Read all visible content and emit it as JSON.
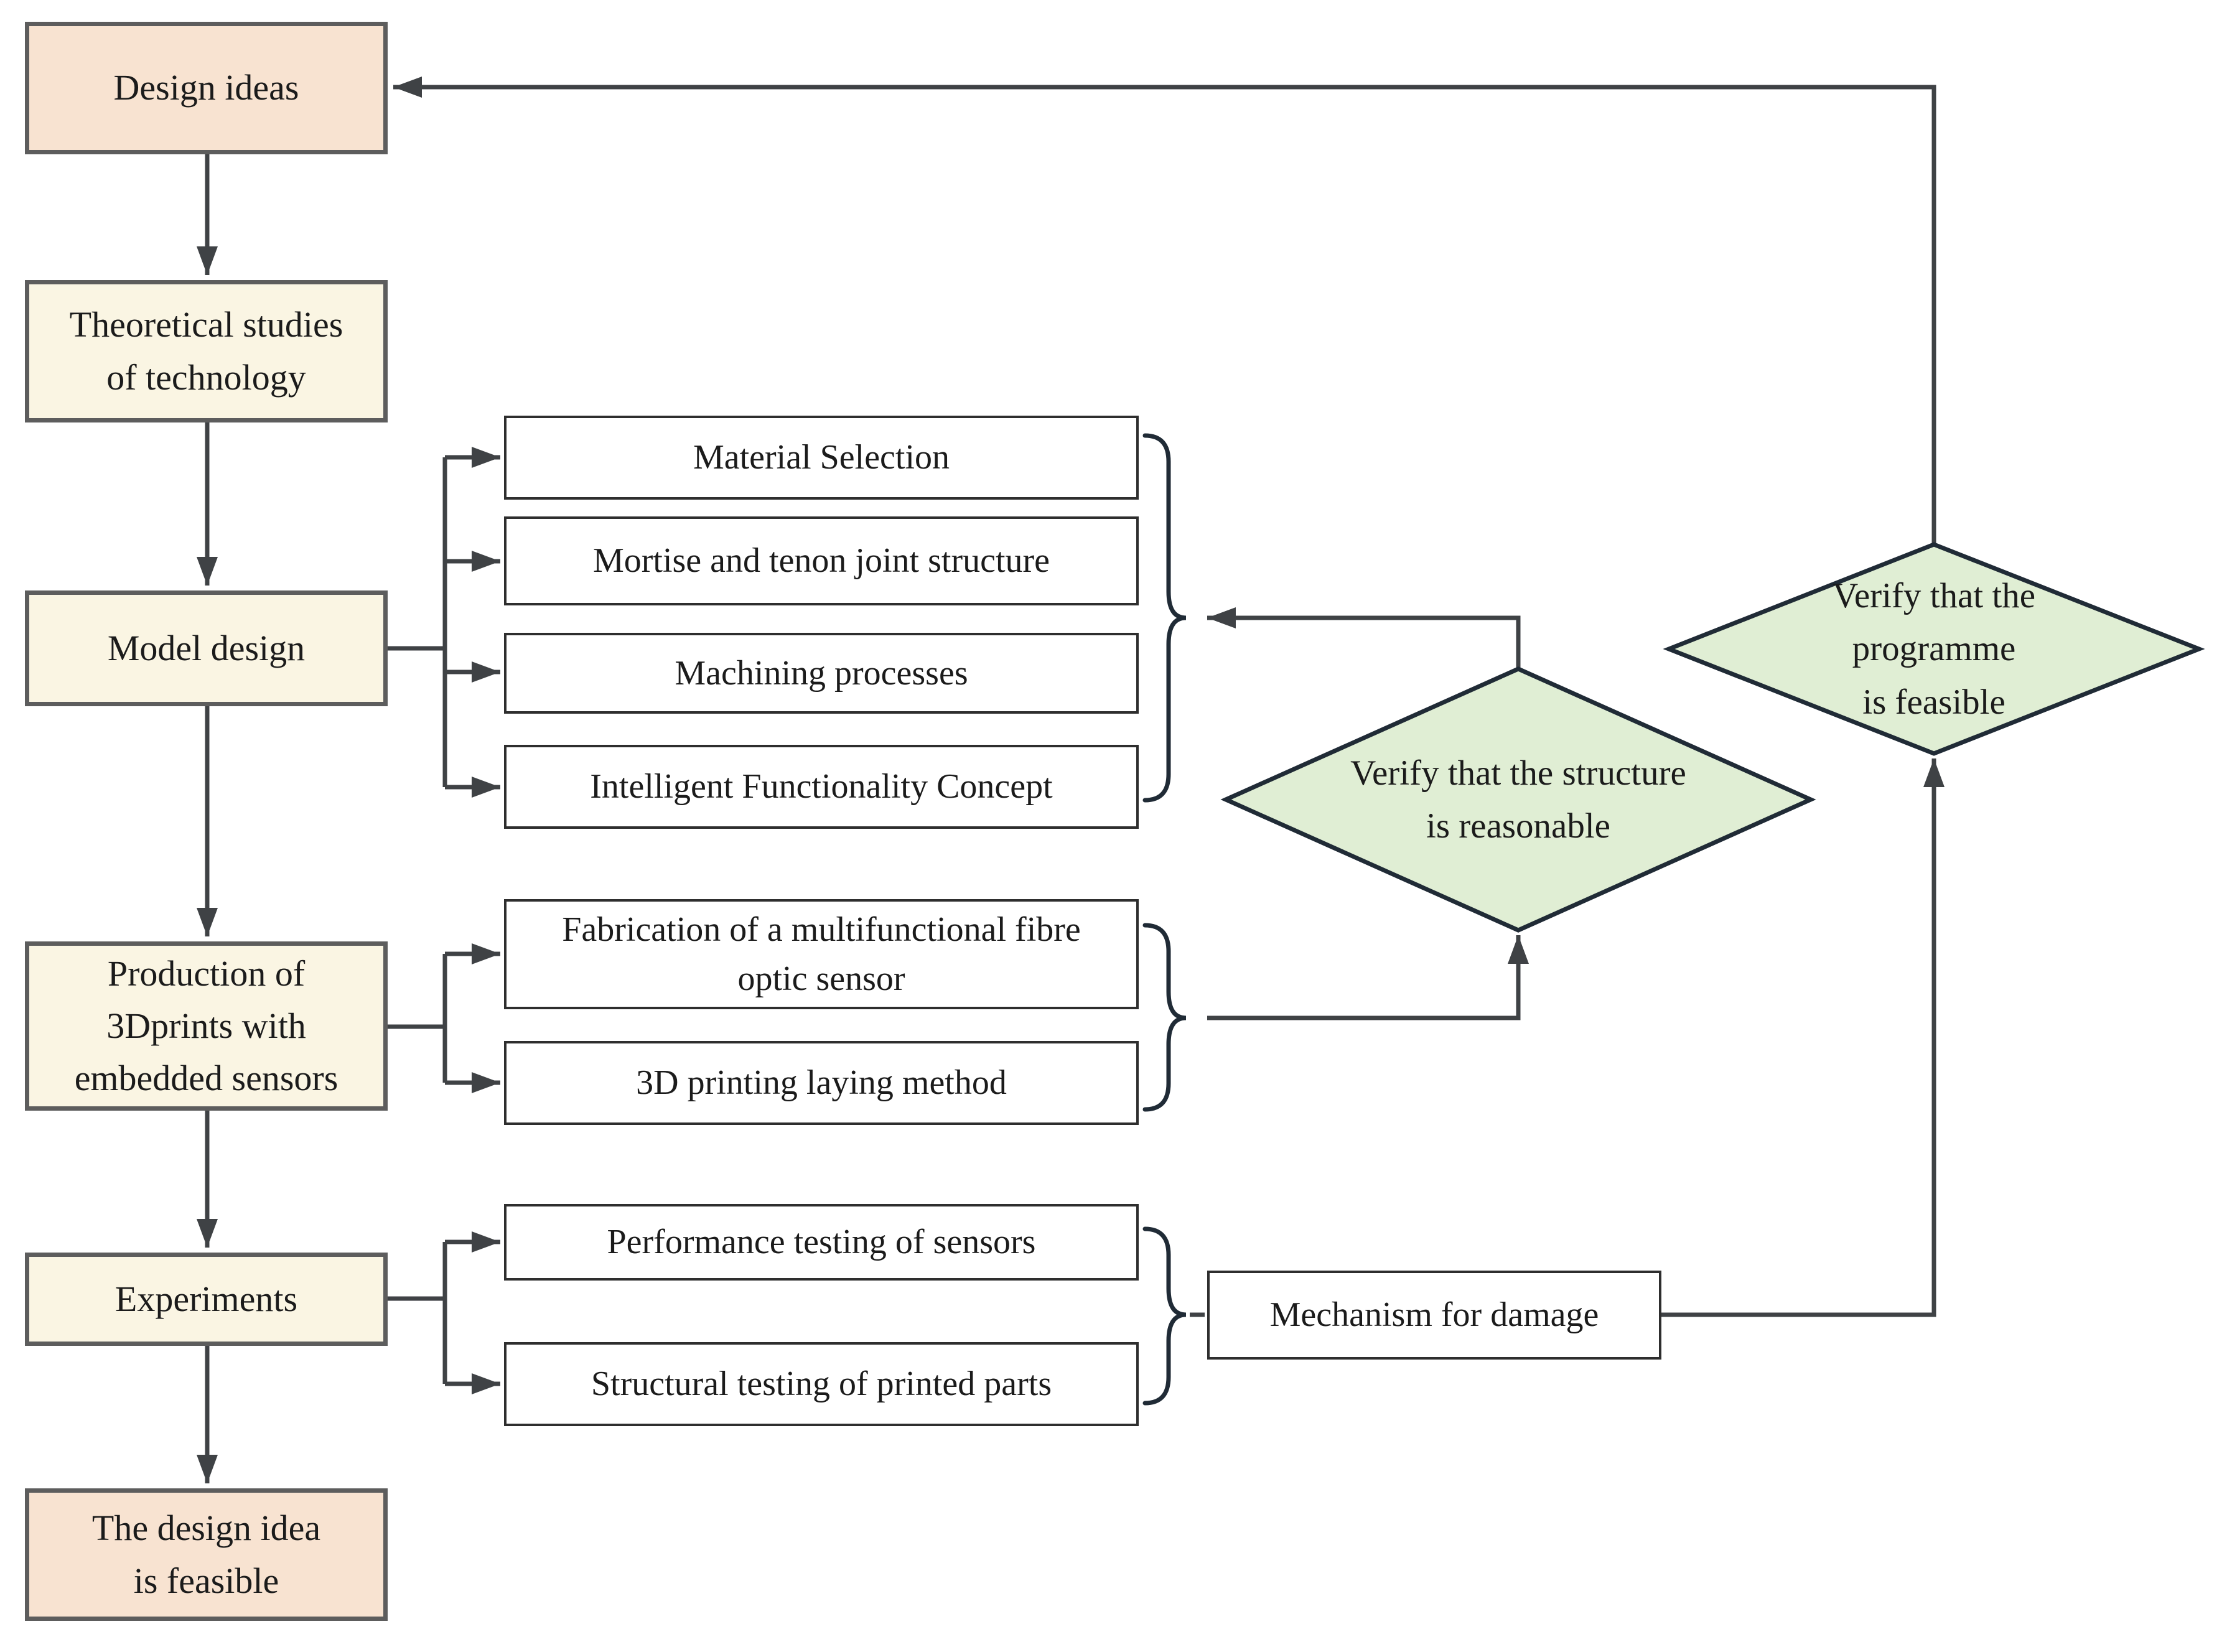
{
  "colors": {
    "background": "#ffffff",
    "stage_fill": "#faf5e3",
    "stage_fill_alt": "#f8e3d1",
    "item_fill": "#ffffff",
    "decision_fill": "#e0eed4",
    "stage_border": "#5d5d5d",
    "item_border": "#2e2e2e",
    "decision_border": "#202b36",
    "line": "#3f4245",
    "text": "#1b1b1b"
  },
  "stages": {
    "design_ideas": {
      "lines": [
        "Design ideas"
      ]
    },
    "theoretical": {
      "lines": [
        "Theoretical studies",
        "of technology"
      ]
    },
    "model_design": {
      "lines": [
        "Model design"
      ]
    },
    "production": {
      "lines": [
        "Production of",
        "3Dprints with",
        "embedded sensors"
      ]
    },
    "experiments": {
      "lines": [
        "Experiments"
      ]
    },
    "feasible": {
      "lines": [
        "The design idea",
        "is feasible"
      ]
    }
  },
  "model_items": {
    "material": {
      "lines": [
        "Material Selection"
      ]
    },
    "mortise": {
      "lines": [
        "Mortise and tenon joint structure"
      ]
    },
    "machining": {
      "lines": [
        "Machining processes"
      ]
    },
    "intelligent": {
      "lines": [
        "Intelligent Functionality Concept"
      ]
    }
  },
  "production_items": {
    "fabrication": {
      "lines": [
        "Fabrication of a multifunctional fibre",
        "optic sensor"
      ]
    },
    "laying": {
      "lines": [
        "3D printing laying method"
      ]
    }
  },
  "experiment_items": {
    "performance": {
      "lines": [
        "Performance testing of sensors"
      ]
    },
    "structural": {
      "lines": [
        "Structural testing of printed parts"
      ]
    }
  },
  "outputs": {
    "mechanism": {
      "lines": [
        "Mechanism for damage"
      ]
    }
  },
  "decisions": {
    "structure": {
      "lines": [
        "Verify that the structure",
        "is reasonable"
      ]
    },
    "programme": {
      "lines": [
        "Verify that the",
        "programme",
        "is feasible"
      ]
    }
  }
}
